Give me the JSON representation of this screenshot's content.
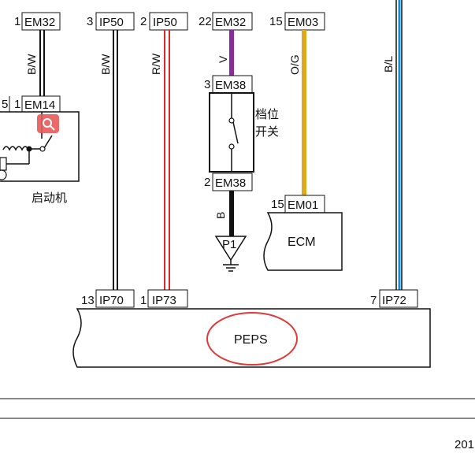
{
  "connectors": {
    "top_em32_left": {
      "pin": "1",
      "name": "EM32"
    },
    "top_ip50_a": {
      "pin": "3",
      "name": "IP50"
    },
    "top_ip50_b": {
      "pin": "2",
      "name": "IP50"
    },
    "top_em32_right": {
      "pin": "22",
      "name": "EM32"
    },
    "top_em03": {
      "pin": "15",
      "name": "EM03"
    },
    "em14": {
      "pin": "1",
      "name": "EM14",
      "pin_left": "5"
    },
    "em38_top": {
      "pin": "3",
      "name": "EM38"
    },
    "em38_bottom": {
      "pin": "2",
      "name": "EM38"
    },
    "em01": {
      "pin": "15",
      "name": "EM01"
    },
    "ip70": {
      "pin": "13",
      "name": "IP70"
    },
    "ip73": {
      "pin": "1",
      "name": "IP73"
    },
    "ip72": {
      "pin": "7",
      "name": "IP72"
    }
  },
  "wires": {
    "bw_left": "B/W",
    "bw_mid": "B/W",
    "rw": "R/W",
    "v": "V",
    "og": "O/G",
    "bl": "B/L",
    "b": "B"
  },
  "components": {
    "starter": "启动机",
    "gear_switch_line1": "档位",
    "gear_switch_line2": "开关",
    "ecm": "ECM",
    "peps": "PEPS",
    "ground": "P1"
  },
  "page_number": "201",
  "colors": {
    "black_wire": "#111111",
    "red_wire": "#e0252b",
    "purple_wire": "#8a2b9e",
    "orange_wire": "#e0a81c",
    "blue_wire": "#1a8fd6",
    "highlight_circle": "#e03a3a",
    "search_badge": "#e85a5a"
  },
  "icons": {
    "search_badge": "magnifier-icon"
  }
}
